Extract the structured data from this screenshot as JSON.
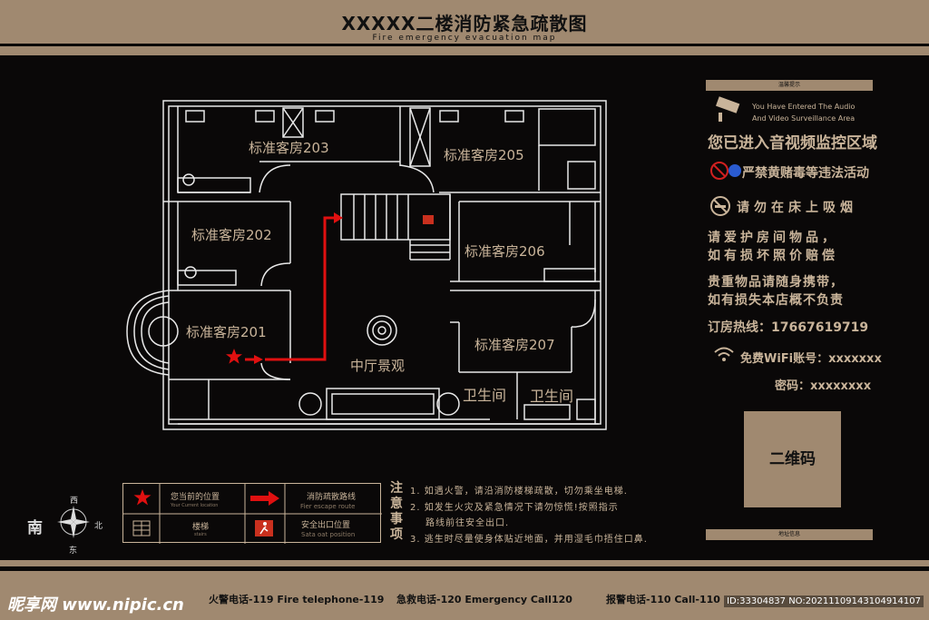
{
  "header": {
    "title": "XXXXX二楼消防紧急疏散图",
    "subtitle": "Fire emergency evacuation map"
  },
  "rooms": {
    "r203": "标准客房203",
    "r205": "标准客房205",
    "r202": "标准客房202",
    "r206": "标准客房206",
    "r201": "标准客房201",
    "r207": "标准客房207",
    "hall": "中厅景观",
    "wc1": "卫生间",
    "wc2": "卫生间"
  },
  "notice_panel": {
    "head": "温馨提示",
    "camera_en_1": "You Have Entered The Audio",
    "camera_en_2": "And Video Surveillance Area",
    "camera_cn": "您已进入音视频监控区域",
    "no_gamble": "严禁黄赌毒等违法活动",
    "no_smoke": "请勿在床上吸烟",
    "care_1": "请爱护房间物品，",
    "care_2": "如有损坏照价赔偿",
    "valuables_1": "贵重物品请随身携带，",
    "valuables_2": "如有损失本店概不负责",
    "hotline": "订房热线：17667619719",
    "wifi": "免费WiFi账号：xxxxxxx",
    "password": "密码：xxxxxxxx",
    "qr_label": "二维码",
    "foot": "地址信息"
  },
  "legend": {
    "current_pos": "您当前的位置",
    "current_pos_en": "Your Current location",
    "route": "消防疏散路线",
    "route_en": "Fier escape route",
    "stairs": "楼梯",
    "stairs_en": "stairs",
    "exit": "安全出口位置",
    "exit_en": "Sata oat position"
  },
  "notes": {
    "title": "注意事项",
    "rule1": "1. 如遇火警，请沿消防楼梯疏散，切勿乘坐电梯.",
    "rule2": "2. 如发生火灾及紧急情况下请勿惊慌!按照指示",
    "rule2b": "路线前往安全出口.",
    "rule3": "3. 逃生时尽量使身体贴近地面，并用湿毛巾捂住口鼻."
  },
  "compass": {
    "south": "南",
    "west": "西",
    "north": "北",
    "east": "东"
  },
  "footer": {
    "fire": "火警电话-119 Fire telephone-119",
    "emergency": "急救电话-120  Emergency  Call120",
    "police": "报警电话-110  Call-110",
    "watermark_left": "昵享网 www.nipic.cn",
    "watermark_right": "ID:33304837 NO:20211109143104914107"
  },
  "colors": {
    "accent": "#a08970",
    "text": "#c9b49a",
    "route": "#e01010",
    "background": "#0a0808"
  }
}
